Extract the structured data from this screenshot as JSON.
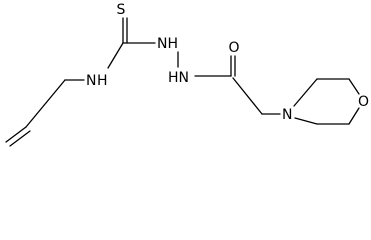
{
  "molecule": {
    "atoms": {
      "thione_sulfur": "S",
      "thioamide_nh": "N",
      "thioamide_nh_h": "H",
      "hydrazine_nh_upper": "NH",
      "hydrazine_nh_lower": "HN",
      "carbonyl_oxygen": "O",
      "morpholine_nitrogen": "N",
      "morpholine_oxygen": "O"
    }
  }
}
